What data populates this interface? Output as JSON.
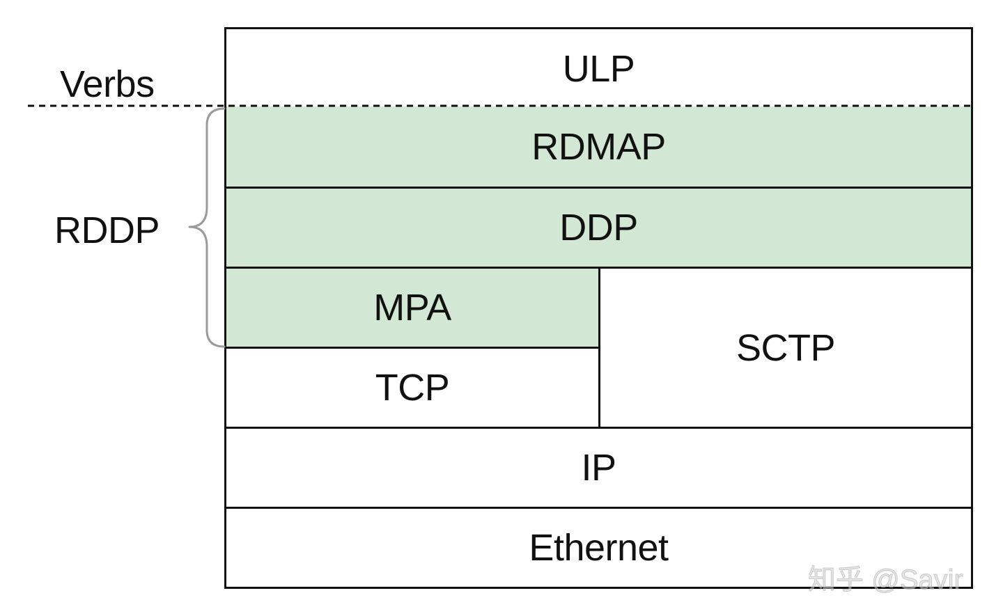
{
  "diagram": {
    "colors": {
      "green_fill": "#d2e8d4",
      "white_fill": "#ffffff",
      "border": "#111111",
      "brace": "#9a9a9a"
    },
    "layers": {
      "ulp": "ULP",
      "rdmap": "RDMAP",
      "ddp": "DDP",
      "mpa": "MPA",
      "tcp": "TCP",
      "sctp": "SCTP",
      "ip": "IP",
      "ethernet": "Ethernet"
    },
    "labels": {
      "verbs": "Verbs",
      "rddp": "RDDP"
    },
    "watermark": "知乎 @Savir"
  }
}
